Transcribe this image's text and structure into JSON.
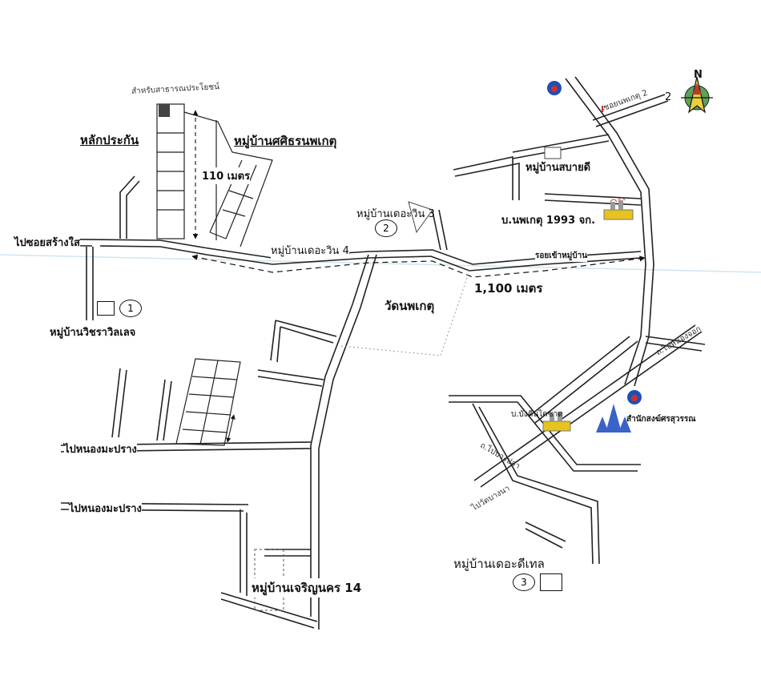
{
  "labels": {
    "lak_prakan": "หลักประกัน",
    "mb_sirin": "หมู่บ้านศศิธรนพเกตุ",
    "dim_110": "110 เมตร",
    "mb_dazewin3": "หมู่บ้านเดอะวิน 3",
    "mb_dazewin4": "หมู่บ้านเดอะวิน 4",
    "mb_sabaidee": "หมู่บ้านสบายดี",
    "bor_nopaket": "บ.นพเกตุ 1993 จก.",
    "dim_1100": "1,100 เมตร",
    "wat_nopaket": "วัดนพเกตุ",
    "mb_wichara": "หมู่บ้านวิชราวิลเลจ",
    "road_sangsai": "ไปซอยสร้างใส",
    "road_nongmaplam1": "ไปหนองมะปราง",
    "road_nongmaplam2": "ไปหนองมะปราง",
    "mb_charoen": "หมู่บ้านเจริญนคร 14",
    "mb_thedetail": "หมู่บ้านเดอะดีเทล",
    "bor_bangkin": "บ.บังคินไดซาด",
    "office_songkro": "สำนักสงฆ์ศรสุวรรณ",
    "public_area": "สำหรับสาธารณประโยชน์",
    "road_top": "ซอยนพเกตุ 2",
    "road_right": "รอยเข้าหมู่บ้าน",
    "small_road_a": "ถ.ไปหนองจอก",
    "small_road_b": "ถ.ไปบางปลา",
    "small_road_c": "ไปวัดบางนา",
    "num_2_top": "2"
  },
  "markers": {
    "m1": "1",
    "m2": "2",
    "m3": "3"
  },
  "icons": {
    "compass": "north-arrow-icon",
    "gas1": "gas-station-icon",
    "gas2": "gas-station-icon",
    "factory1": "factory-icon",
    "factory2": "factory-icon",
    "temple": "temple-icon"
  },
  "compass_label": "N"
}
